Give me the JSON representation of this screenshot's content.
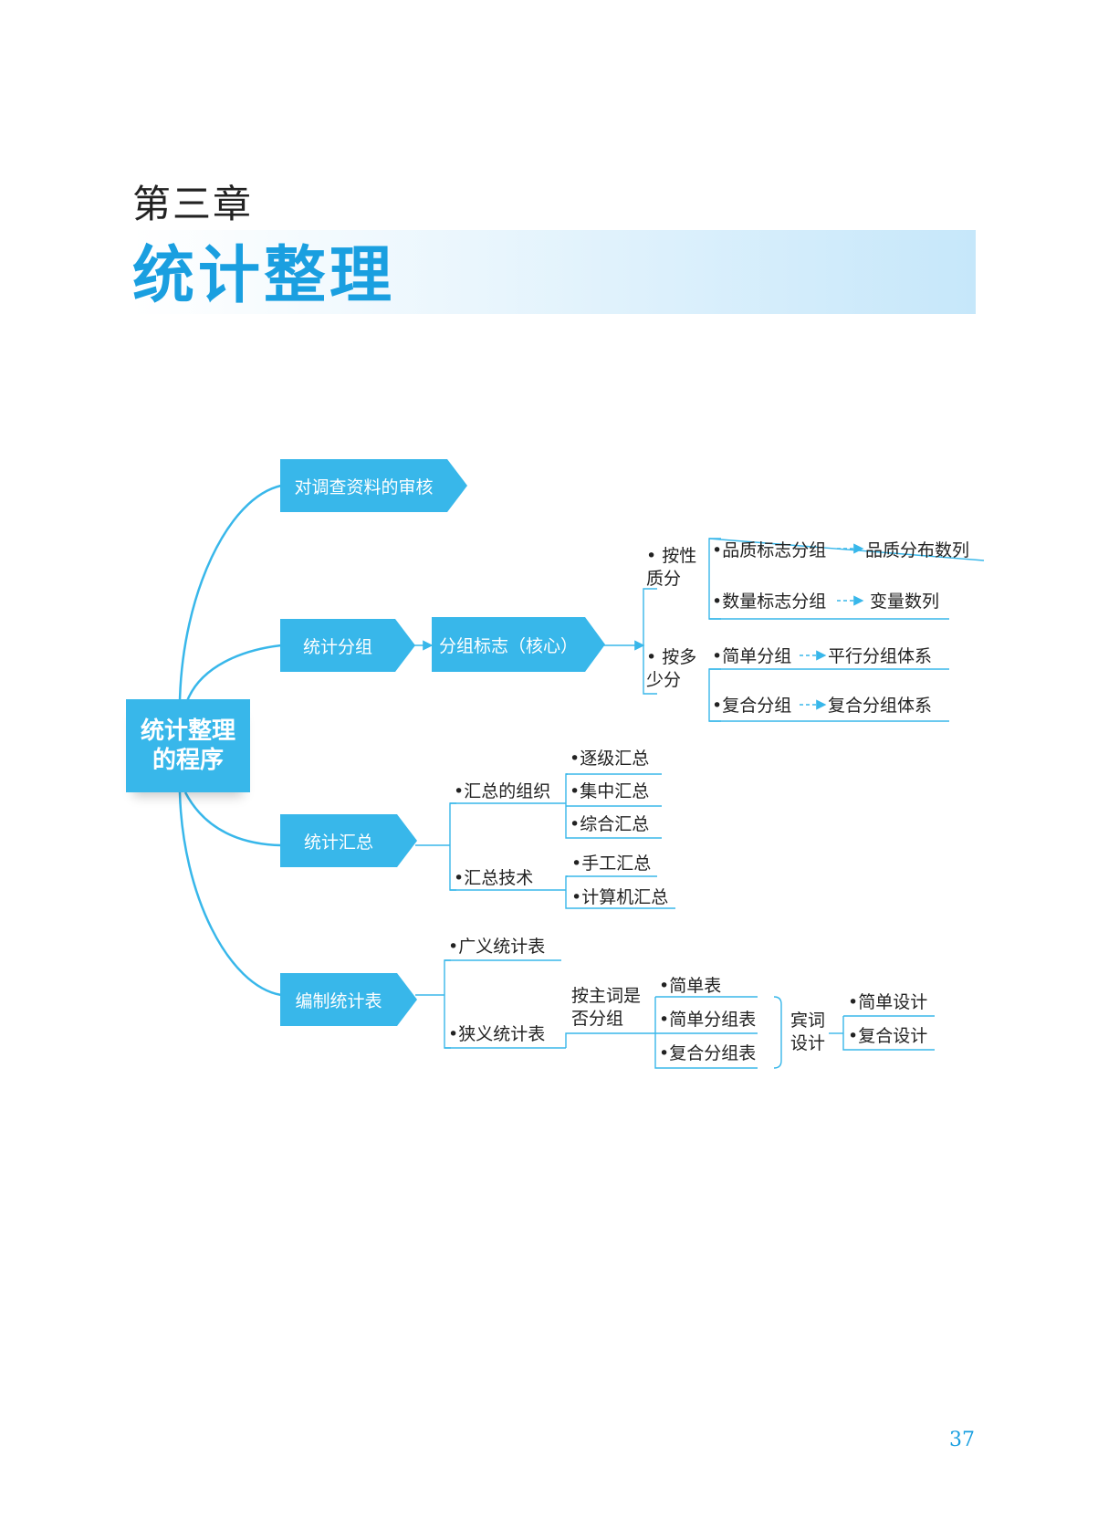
{
  "header": {
    "chapter": "第三章",
    "title": "统计整理"
  },
  "colors": {
    "accent": "#38b7ea",
    "title": "#1a9fe0",
    "line": "#38b7ea"
  },
  "diagram": {
    "root": "统计整理的程序",
    "branches": {
      "review": "对调查资料的审核",
      "grouping": "统计分组",
      "summary": "统计汇总",
      "table": "编制统计表"
    },
    "grouping_marker": "分组标志（核心）",
    "by_nature": "按性质分",
    "by_nature_items": [
      {
        "left": "品质标志分组",
        "right": "品质分布数列"
      },
      {
        "left": "数量标志分组",
        "right": "变量数列"
      }
    ],
    "by_count": "按多少分",
    "by_count_items": [
      {
        "left": "简单分组",
        "right": "平行分组体系"
      },
      {
        "left": "复合分组",
        "right": "复合分组体系"
      }
    ],
    "summary_org": "汇总的组织",
    "summary_org_items": [
      "逐级汇总",
      "集中汇总",
      "综合汇总"
    ],
    "summary_tech": "汇总技术",
    "summary_tech_items": [
      "手工汇总",
      "计算机汇总"
    ],
    "table_broad": "广义统计表",
    "table_narrow": "狭义统计表",
    "subject_group": "按主词是否分组",
    "subject_items": [
      "简单表",
      "简单分组表",
      "复合分组表"
    ],
    "predicate": "宾词设计",
    "predicate_items": [
      "简单设计",
      "复合设计"
    ]
  },
  "page_number": "37"
}
